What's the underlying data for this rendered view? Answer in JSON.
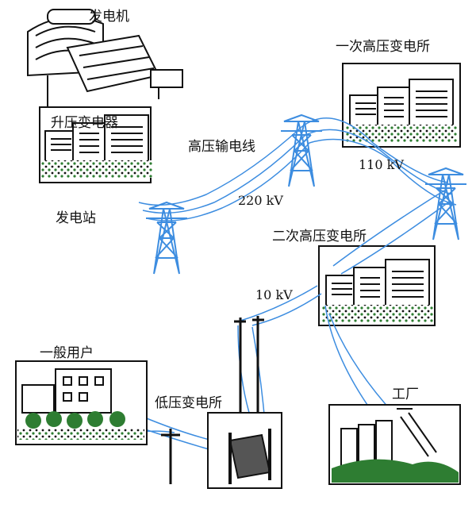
{
  "labels": {
    "generator": "发电机",
    "step_up_transformer": "升压变电器",
    "power_station": "发电站",
    "high_voltage_line": "高压输电线",
    "kv_220": "220 kV",
    "primary_substation": "一次高压变电所",
    "kv_110": "110 kV",
    "secondary_substation": "二次高压变电所",
    "kv_10": "10 kV",
    "general_users": "一般用户",
    "low_voltage_substation": "低压变电所",
    "factory": "工厂"
  },
  "colors": {
    "line": "#3d8de0",
    "ink": "#111111",
    "grass": "#2e7d32"
  }
}
